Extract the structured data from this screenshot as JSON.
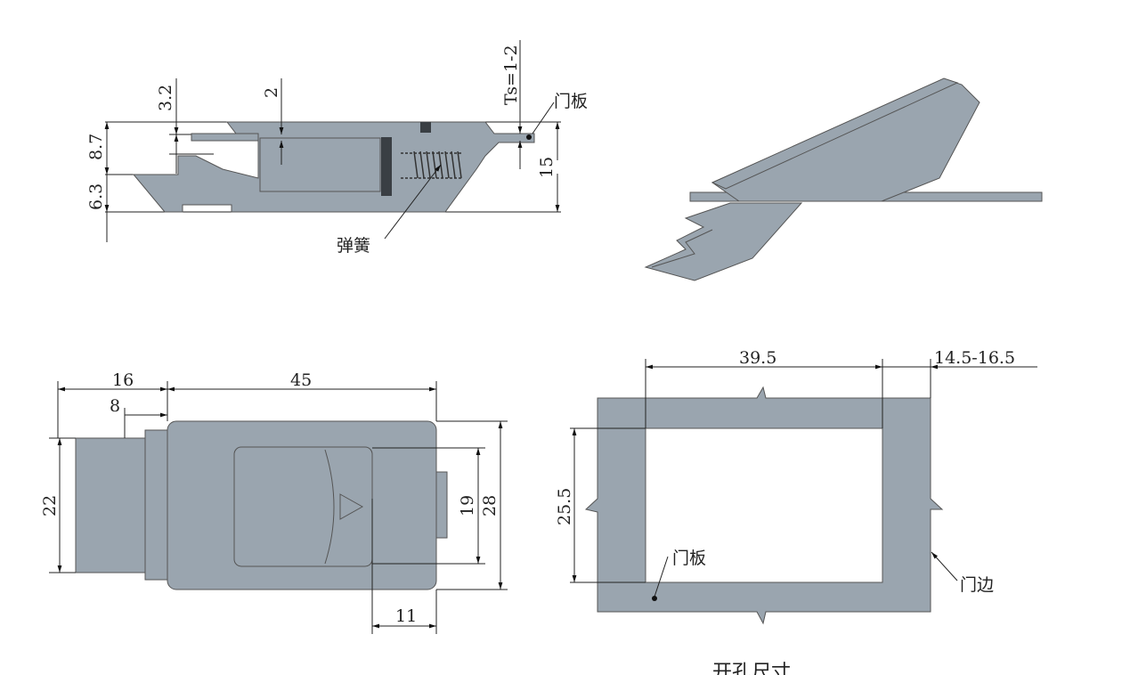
{
  "side_view": {
    "dim_top_gap": "3.2",
    "dim_wall": "2",
    "dim_upper": "8.7",
    "dim_lower": "6.3",
    "dim_height": "15",
    "dim_panel_thickness": "Ts=1-2",
    "label_panel": "门板",
    "label_spring": "弹簧"
  },
  "front_view": {
    "dim_tail": "16",
    "dim_step": "8",
    "dim_body_length": "45",
    "dim_tail_height": "22",
    "dim_button_height": "19",
    "dim_body_height": "28",
    "dim_offset": "11"
  },
  "cutout_view": {
    "dim_width": "39.5",
    "dim_edge": "14.5-16.5",
    "dim_height": "25.5",
    "label_panel": "门板",
    "label_edge": "门边",
    "caption": "开孔尺寸"
  },
  "colors": {
    "part_fill": "#9aa5af",
    "line": "#222222"
  }
}
